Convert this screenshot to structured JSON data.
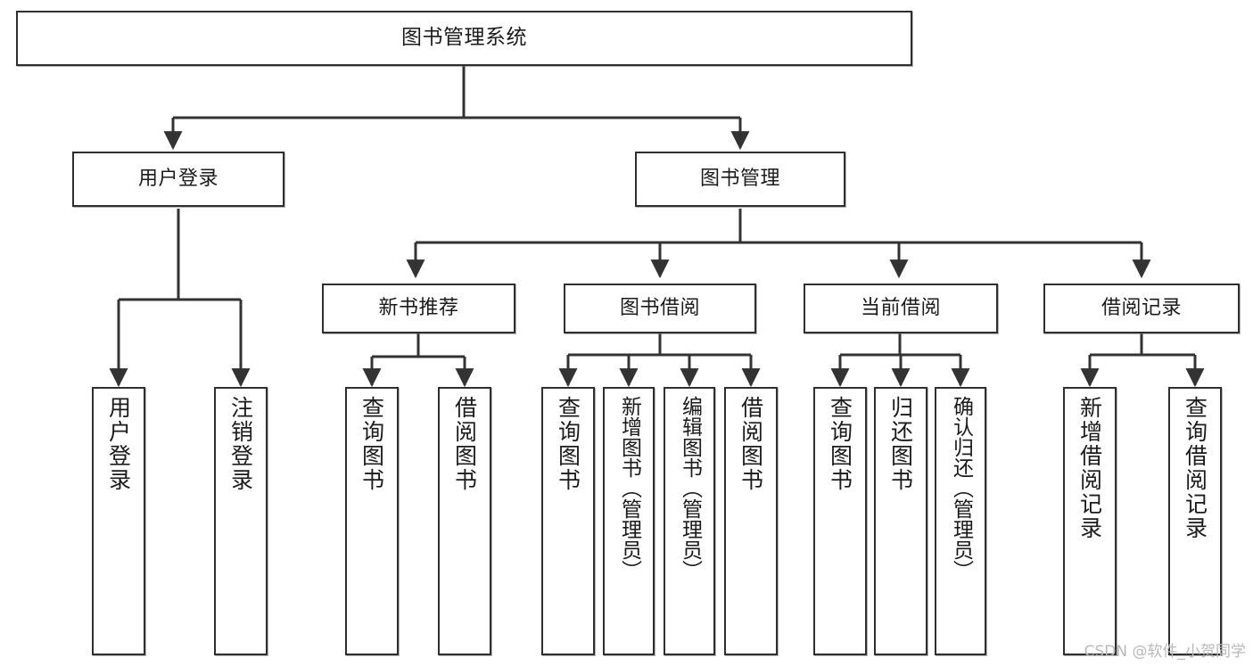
{
  "diagram": {
    "title": "图书管理系统",
    "type": "hierarchy-tree",
    "watermark": "CSDN @软件_小贺同学",
    "colors": {
      "box_border": "#2f2f2f",
      "box_fill": "#ffffff",
      "connector": "#333333",
      "watermark": "#b9b9b9",
      "background": "#ffffff"
    },
    "levels": {
      "root": "图书管理系统",
      "level2": [
        "用户登录",
        "图书管理"
      ],
      "level3": [
        "新书推荐",
        "图书借阅",
        "当前借阅",
        "借阅记录"
      ]
    },
    "nodes": {
      "root": {
        "label": "图书管理系统"
      },
      "user_login": {
        "label": "用户登录"
      },
      "book_manage": {
        "label": "图书管理"
      },
      "new_book_rec": {
        "label": "新书推荐"
      },
      "book_borrow": {
        "label": "图书借阅"
      },
      "current_borrow": {
        "label": "当前借阅"
      },
      "borrow_record": {
        "label": "借阅记录"
      },
      "leaf_user_login": {
        "label": "用户登录"
      },
      "leaf_user_logout": {
        "label": "注销登录"
      },
      "leaf_query_book_a": {
        "label": "查询图书"
      },
      "leaf_borrow_book_a": {
        "label": "借阅图书"
      },
      "leaf_query_book_b": {
        "label": "查询图书"
      },
      "leaf_add_book": {
        "label": "新增图书（管理员）"
      },
      "leaf_edit_book": {
        "label": "编辑图书（管理员）"
      },
      "leaf_borrow_book_b": {
        "label": "借阅图书"
      },
      "leaf_query_book_c": {
        "label": "查询图书"
      },
      "leaf_return_book": {
        "label": "归还图书"
      },
      "leaf_confirm_return": {
        "label": "确认归还（管理员）"
      },
      "leaf_add_record": {
        "label": "新增借阅记录"
      },
      "leaf_query_record": {
        "label": "查询借阅记录"
      }
    },
    "edges": [
      {
        "from": "图书管理系统",
        "to": "用户登录"
      },
      {
        "from": "图书管理系统",
        "to": "图书管理"
      },
      {
        "from": "用户登录",
        "to": "用户登录"
      },
      {
        "from": "用户登录",
        "to": "注销登录"
      },
      {
        "from": "图书管理",
        "to": "新书推荐"
      },
      {
        "from": "图书管理",
        "to": "图书借阅"
      },
      {
        "from": "图书管理",
        "to": "当前借阅"
      },
      {
        "from": "图书管理",
        "to": "借阅记录"
      },
      {
        "from": "新书推荐",
        "to": "查询图书"
      },
      {
        "from": "新书推荐",
        "to": "借阅图书"
      },
      {
        "from": "图书借阅",
        "to": "查询图书"
      },
      {
        "from": "图书借阅",
        "to": "新增图书（管理员）"
      },
      {
        "from": "图书借阅",
        "to": "编辑图书（管理员）"
      },
      {
        "from": "图书借阅",
        "to": "借阅图书"
      },
      {
        "from": "当前借阅",
        "to": "查询图书"
      },
      {
        "from": "当前借阅",
        "to": "归还图书"
      },
      {
        "from": "当前借阅",
        "to": "确认归还（管理员）"
      },
      {
        "from": "借阅记录",
        "to": "新增借阅记录"
      },
      {
        "from": "借阅记录",
        "to": "查询借阅记录"
      }
    ]
  }
}
